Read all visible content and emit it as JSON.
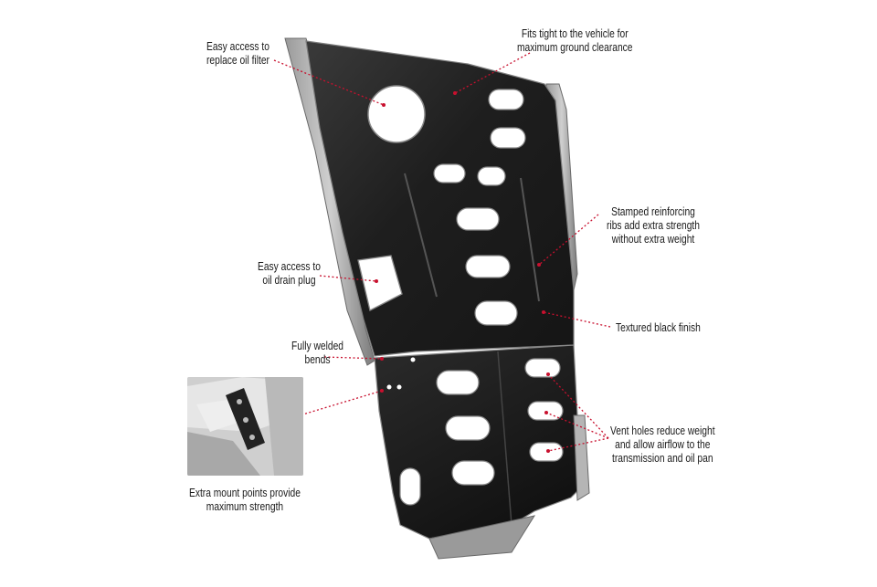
{
  "callouts": {
    "oil_filter": "Easy access to\nreplace oil filter",
    "fits_tight": "Fits tight to the vehicle for\nmaximum ground clearance",
    "ribs": "Stamped reinforcing\nribs add extra strength\nwithout extra weight",
    "drain_plug": "Easy access to\noil drain plug",
    "finish": "Textured black finish",
    "welded": "Fully welded\nbends",
    "vents": "Vent holes reduce weight\nand allow airflow to the\ntransmission and oil pan",
    "mounts": "Extra mount points provide\nmaximum strength"
  },
  "colors": {
    "plate": "#1c1c1c",
    "plate_edge": "#8a8a8a",
    "leader": "#c8102e"
  }
}
